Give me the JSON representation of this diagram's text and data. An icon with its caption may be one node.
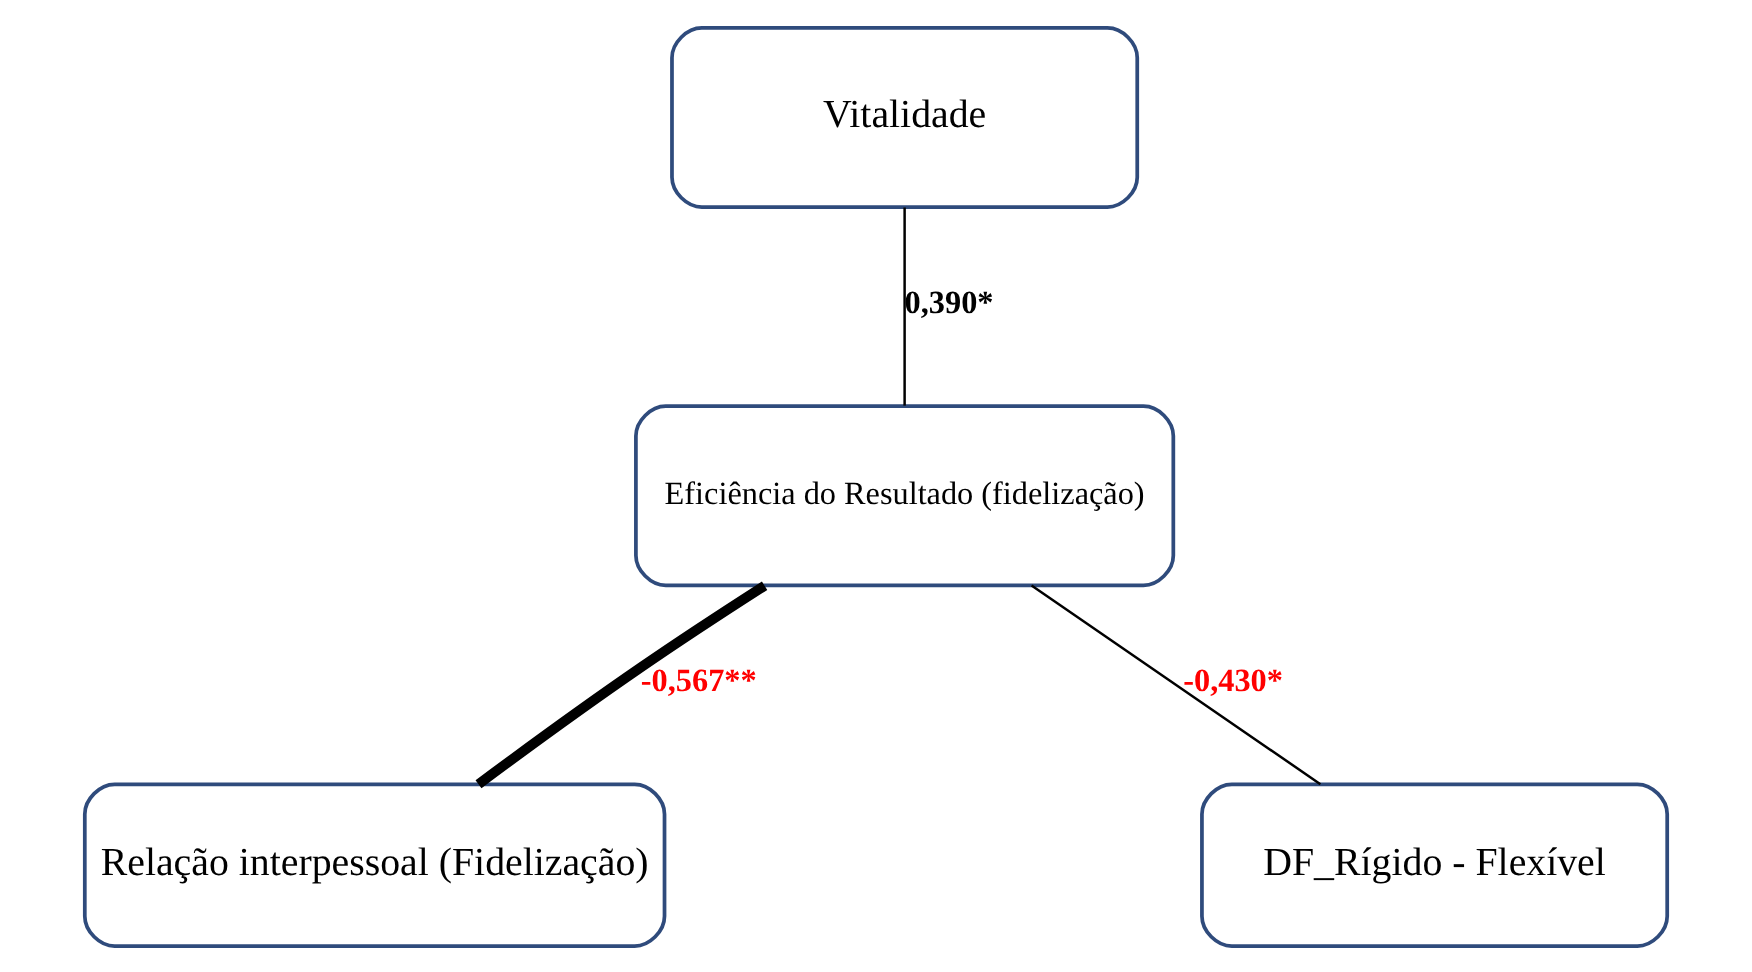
{
  "diagram": {
    "nodes": [
      {
        "text": [
          "Vitalidade"
        ]
      },
      {
        "text": [
          "Eficiência do Resultado (fidelização)"
        ]
      },
      {
        "text": [
          "Relação interpessoal (Fidelização)"
        ]
      },
      {
        "text": [
          "DF_Rígido - Flexível"
        ]
      }
    ],
    "edges": [
      {
        "from": 0,
        "to": 1,
        "arrow": "none",
        "label": "0,390*"
      },
      {
        "from": 1,
        "to": 2,
        "arrow": "none",
        "label": "-0,567**",
        "style": "thick"
      },
      {
        "from": 1,
        "to": 3,
        "arrow": "none",
        "label": "-0,430*"
      }
    ]
  }
}
